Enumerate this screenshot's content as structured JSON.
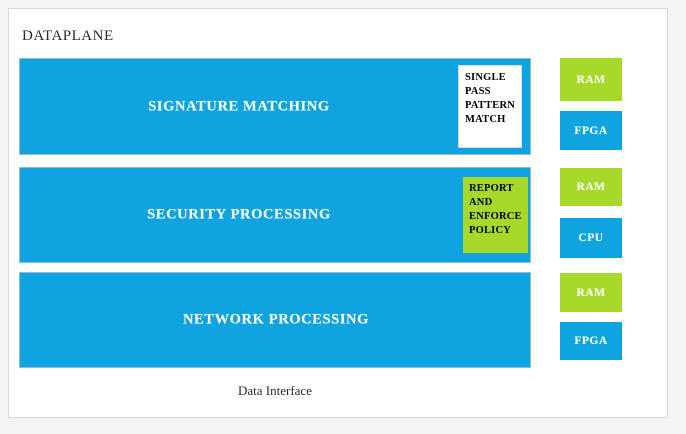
{
  "diagram": {
    "title": "DATAPLANE",
    "footer_label": "Data Interface",
    "colors": {
      "blue": "#0fa3e0",
      "green": "#a6d929",
      "frame_border": "#d9d9d9",
      "white": "#ffffff",
      "text_dark": "#2b2b2b"
    },
    "stages": [
      {
        "name": "signature-matching",
        "label": "SIGNATURE MATCHING",
        "inset": {
          "style": "white",
          "lines": [
            "SINGLE",
            "PASS",
            "PATTERN",
            "MATCH"
          ]
        }
      },
      {
        "name": "security-processing",
        "label": "SECURITY PROCESSING",
        "inset": {
          "style": "green",
          "lines": [
            "REPORT",
            "AND",
            "ENFORCE",
            "POLICY"
          ]
        }
      },
      {
        "name": "network-processing",
        "label": "NETWORK PROCESSING",
        "inset": null
      }
    ],
    "resources": [
      {
        "label": "RAM",
        "style": "green"
      },
      {
        "label": "FPGA",
        "style": "blue"
      },
      {
        "label": "RAM",
        "style": "green"
      },
      {
        "label": "CPU",
        "style": "blue"
      },
      {
        "label": "RAM",
        "style": "green"
      },
      {
        "label": "FPGA",
        "style": "blue"
      }
    ]
  }
}
